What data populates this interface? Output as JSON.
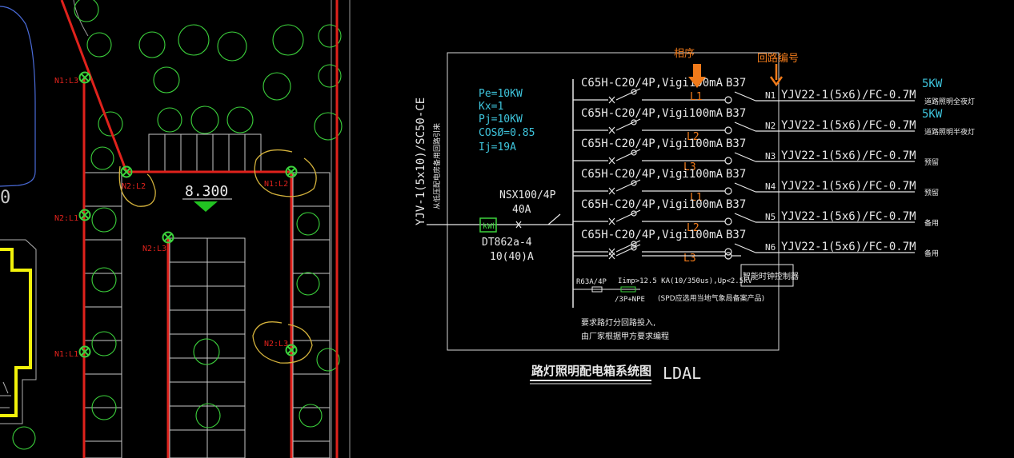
{
  "colors": {
    "background": "#000000",
    "cable": "#e0221c",
    "lamp_node": "#3cd23c",
    "tree": "#3cd23c",
    "parking": "#c8c8c8",
    "building": "#f2f20a",
    "boundary": "#4a6bd8",
    "frame": "#ffffff",
    "params": "#3ec4dc",
    "phase": "#f07a1a",
    "sketch": "#d4b23c",
    "elevation_marker": "#22c422"
  },
  "site_plan": {
    "elevation": "8.300",
    "edge_label": "0",
    "node_labels": [
      "N1:L3",
      "N2:L2",
      "N1:L2",
      "N2:L1",
      "N2:L3",
      "N1:L1",
      "N2:L3"
    ]
  },
  "system_diagram": {
    "incoming_cable": "YJV-1(5x10)/SC50-CE",
    "incoming_note": "从低压配电房备用回路引来",
    "params": [
      "Pe=10KW",
      "Kx=1",
      "Pj=10KW",
      "COSØ=0.85",
      "Ij=19A"
    ],
    "meter": {
      "model": "DT862a-4",
      "rating": "10(40)A"
    },
    "main_breaker": {
      "model": "NSX100/4P",
      "rating": "40A"
    },
    "annotation_phase": "相序",
    "annotation_circuit": "回路编号",
    "circuits": [
      {
        "breaker": "C65H-C20/4P,Vigi100mA",
        "contactor": "B37",
        "phase": "L1",
        "id": "N1",
        "cable": "YJV22-1(5x6)/FC-0.7M",
        "load": "5KW",
        "use": "道路照明全夜灯"
      },
      {
        "breaker": "C65H-C20/4P,Vigi100mA",
        "contactor": "B37",
        "phase": "L2",
        "id": "N2",
        "cable": "YJV22-1(5x6)/FC-0.7M",
        "load": "5KW",
        "use": "道路照明半夜灯"
      },
      {
        "breaker": "C65H-C20/4P,Vigi100mA",
        "contactor": "B37",
        "phase": "L3",
        "id": "N3",
        "cable": "YJV22-1(5x6)/FC-0.7M",
        "load": "",
        "use": "预留"
      },
      {
        "breaker": "C65H-C20/4P,Vigi100mA",
        "contactor": "B37",
        "phase": "L1",
        "id": "N4",
        "cable": "YJV22-1(5x6)/FC-0.7M",
        "load": "",
        "use": "预留"
      },
      {
        "breaker": "C65H-C20/4P,Vigi100mA",
        "contactor": "B37",
        "phase": "L2",
        "id": "N5",
        "cable": "YJV22-1(5x6)/FC-0.7M",
        "load": "",
        "use": "备用"
      },
      {
        "breaker": "C65H-C20/4P,Vigi100mA",
        "contactor": "B37",
        "phase": "L3",
        "id": "N6",
        "cable": "YJV22-1(5x6)/FC-0.7M",
        "load": "",
        "use": "备用"
      }
    ],
    "spd_breaker": "R63A/4P",
    "spd_poles": "/3P+NPE",
    "spd_spec": "Iimp>12.5 KA(10/350us),Up<2.5kV",
    "spd_note": "(SPD应选用当地气象局备案产品)",
    "timer": "智能时钟控制器",
    "notes": [
      "要求路灯分回路投入,",
      "由厂家根据甲方要求编程"
    ],
    "title": "路灯照明配电箱系统图",
    "code": "LDAL"
  }
}
